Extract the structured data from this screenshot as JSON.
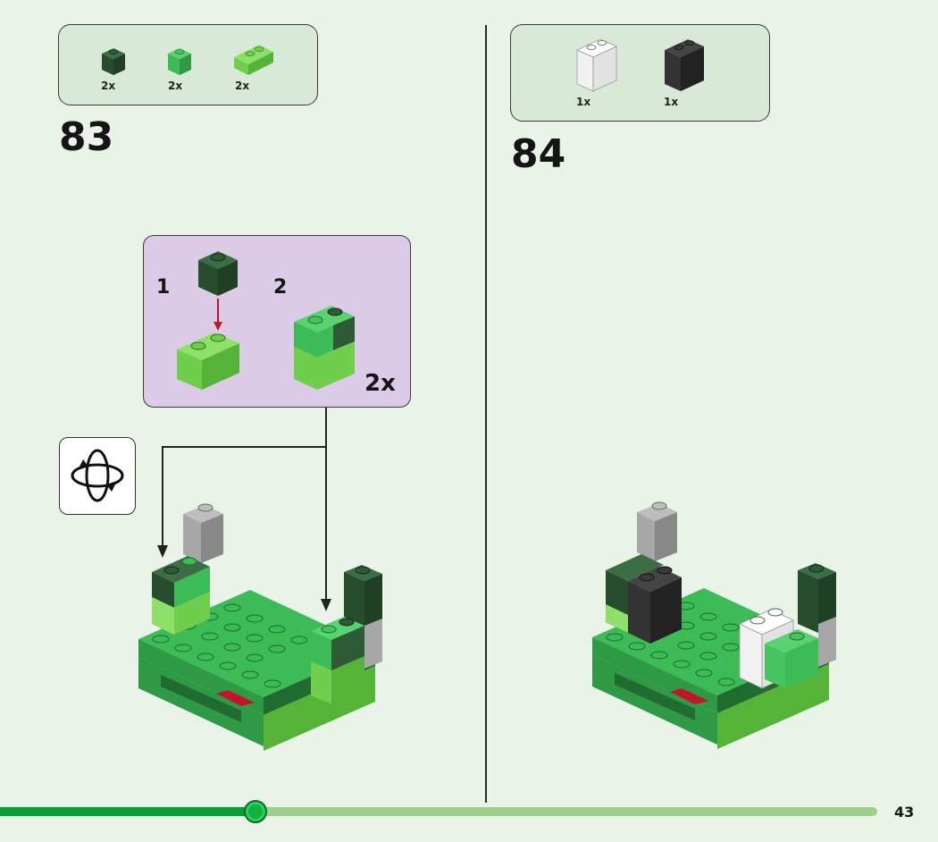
{
  "step_83": {
    "number": "83",
    "parts": [
      {
        "qty": "2x",
        "color_name": "dark-green",
        "color": "#2e5b36"
      },
      {
        "qty": "2x",
        "color_name": "green",
        "color": "#3dbb57"
      },
      {
        "qty": "2x",
        "color_name": "lime",
        "color": "#6fcf4c"
      }
    ],
    "sub_steps": {
      "first": "1",
      "second": "2",
      "multiplier": "2x"
    }
  },
  "step_84": {
    "number": "84",
    "parts": [
      {
        "qty": "1x",
        "color_name": "white",
        "color": "#ffffff"
      },
      {
        "qty": "1x",
        "color_name": "black",
        "color": "#2a2a2a"
      }
    ]
  },
  "icons": {
    "rotate": "rotate-model-icon"
  },
  "progress": {
    "fraction": 0.29
  },
  "page_number": "43"
}
